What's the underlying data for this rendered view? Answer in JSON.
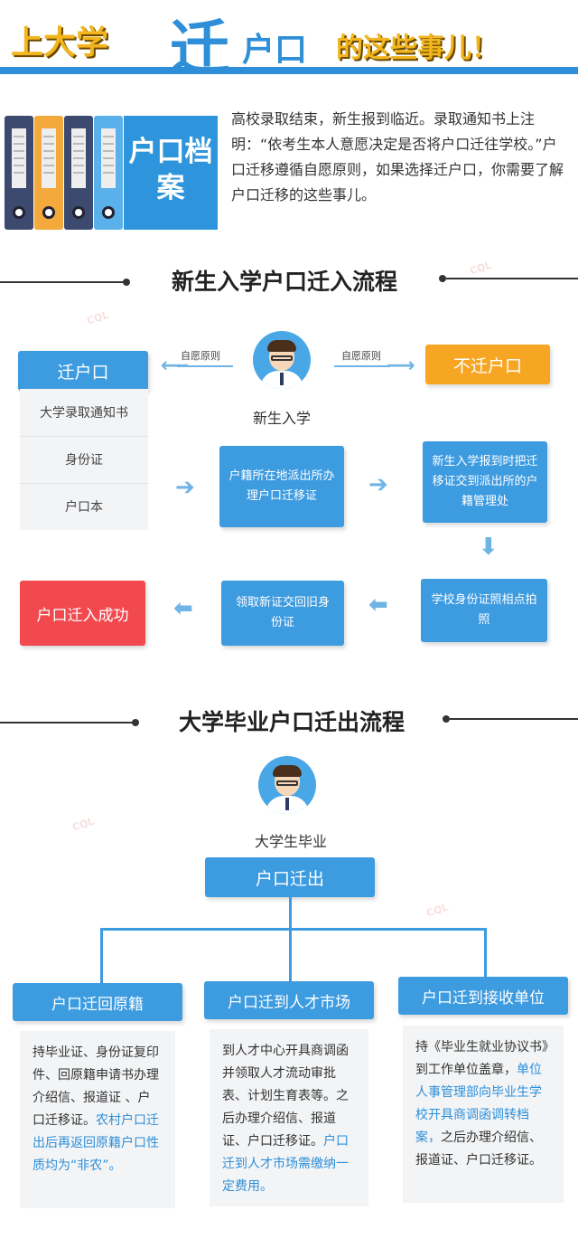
{
  "header": {
    "part1": "上大学",
    "part2": "迁",
    "part3": "户口",
    "part4": "的这些事儿！"
  },
  "intro": {
    "tile_text": "户口档案",
    "paragraph": "高校录取结束，新生报到临近。录取通知书上注明：“依考生本人意愿决定是否将户口迁往学校。”户口迁移遵循自愿原则，如果选择迁户口，你需要了解户口迁移的这些事儿。"
  },
  "section1": {
    "title": "新生入学户口迁入流程",
    "center_label": "新生入学",
    "left_arrow_label": "自愿原则",
    "right_arrow_label": "自愿原则",
    "move_box": "迁户口",
    "no_move_box": "不迁户口",
    "documents": [
      "大学录取通知书",
      "身份证",
      "户口本"
    ],
    "step1": "户籍所在地派出所办理户口迁移证",
    "step2": "新生入学报到时把迁移证交到派出所的户籍管理处",
    "step3": "学校身份证照相点拍照",
    "step4": "领取新证交回旧身份证",
    "success": "户口迁入成功"
  },
  "section2": {
    "title": "大学毕业户口迁出流程",
    "center_label": "大学生毕业",
    "main_box": "户口迁出",
    "branches": [
      {
        "title": "户口迁回原籍",
        "desc_plain": "持毕业证、身份证复印件、回原籍申请书办理介绍信、报道证 、户口迁移证。",
        "desc_highlight": "农村户口迁出后再返回原籍户口性质均为“非农”。",
        "desc_tail": ""
      },
      {
        "title": "户口迁到人才市场",
        "desc_plain": "到人才中心开具商调函并领取人才流动审批表、计划生育表等。之后办理介绍信、报道证、户口迁移证。",
        "desc_highlight": "户口迁到人才市场需缴纳一定费用。",
        "desc_tail": ""
      },
      {
        "title": "户口迁到接收单位",
        "desc_plain": "持《毕业生就业协议书》到工作单位盖章，",
        "desc_highlight": "单位人事管理部向毕业生学校开具商调函调转档案，",
        "desc_tail": "之后办理介绍信、报道证、户口迁移证。"
      }
    ]
  },
  "colors": {
    "blue": "#3d9be0",
    "orange": "#f6a623",
    "red": "#f2494f",
    "yellow": "#f2b51d"
  }
}
